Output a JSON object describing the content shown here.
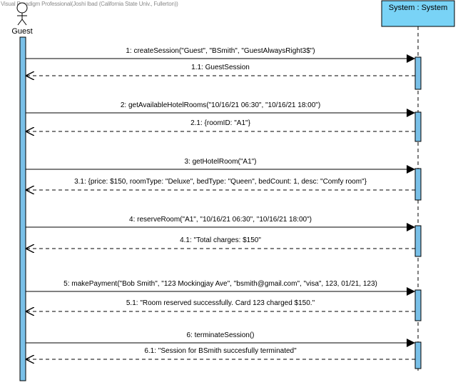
{
  "watermark": "Visual Paradigm Professional(Joshi Ibad (California State Univ., Fullerton))",
  "participants": {
    "guest": {
      "label": "Guest"
    },
    "system": {
      "label": "System : System",
      "fill": "#79d3f6"
    }
  },
  "colors": {
    "activation": "#79c0e8",
    "line": "#000000"
  },
  "messages": [
    {
      "call": "1: createSession(\"Guest\", \"BSmith\", \"GuestAlwaysRight3$\")",
      "reply": "1.1: GuestSession"
    },
    {
      "call": "2: getAvailableHotelRooms(\"10/16/21 06:30\", \"10/16/21 18:00\")",
      "reply": "2.1: {roomID: \"A1\"}"
    },
    {
      "call": "3: getHotelRoom(\"A1\")",
      "reply": "3.1: {price: $150, roomType: \"Deluxe\", bedType: \"Queen\", bedCount: 1, desc: \"Comfy room\"}"
    },
    {
      "call": "4: reserveRoom(\"A1\", \"10/16/21 06:30\", \"10/16/21 18:00\")",
      "reply": "4.1: \"Total charges: $150\""
    },
    {
      "call": "5: makePayment(\"Bob Smith\", \"123 Mockingjay Ave\", \"bsmith@gmail.com\", \"visa\", 123, 01/21, 123)",
      "reply": "5.1: \"Room reserved successfully. Card 123 charged $150.\""
    },
    {
      "call": "6: terminateSession()",
      "reply": "6.1: \"Session for BSmith succesfully terminated\""
    }
  ]
}
